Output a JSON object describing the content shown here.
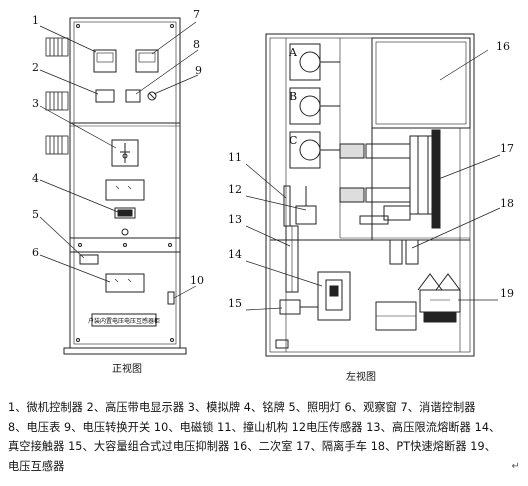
{
  "front_view": {
    "caption": "正视图",
    "plate_text": "户装内置电压电压互感器柜",
    "callouts": [
      "1",
      "2",
      "3",
      "4",
      "5",
      "6",
      "7",
      "8",
      "9",
      "10"
    ]
  },
  "side_view": {
    "caption": "左视图",
    "phase_labels": [
      "A",
      "B",
      "C"
    ],
    "callouts": [
      "11",
      "12",
      "13",
      "14",
      "15",
      "16",
      "17",
      "18",
      "19"
    ]
  },
  "legend": {
    "lines": [
      "1、微机控制器 2、高压带电显示器 3、模拟牌 4、铭牌 5、照明灯 6、观察窗 7、消谐控制器",
      "8、电压表 9、电压转换开关 10、电磁锁 11、撞山机构 12电压传感器 13、高压限流熔断器 14、",
      "真空接触器 15、大容量组合式过电压抑制器 16、二次室 17、隔离手车 18、PT快速熔断器 19、",
      "电压互感器"
    ],
    "end_mark": "↵"
  }
}
